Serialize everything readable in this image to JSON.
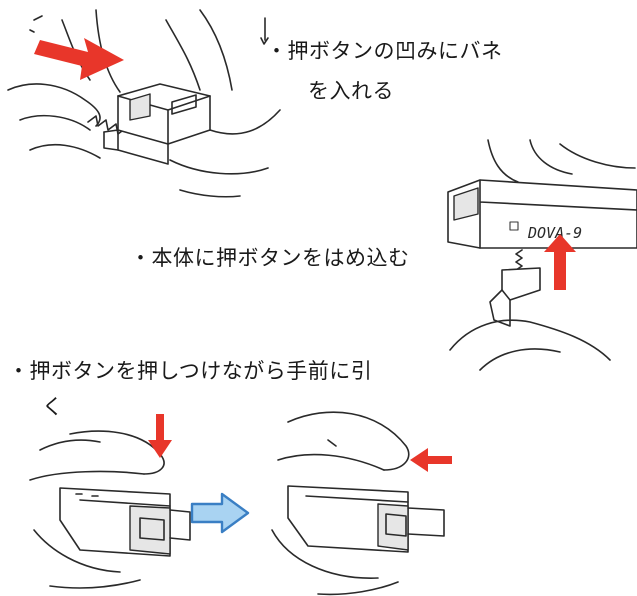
{
  "captions": {
    "step1_line1": "・押ボタンの凹みにバネ",
    "step1_line2": "を入れる",
    "step2": "・本体に押ボタンをはめ込む",
    "step3_line1": "・押ボタンを押しつけながら手前に引",
    "step3_line2": "く"
  },
  "engraving": {
    "part_code": "DOVA-9"
  },
  "colors": {
    "arrow_red": "#e8362a",
    "arrow_blue_fill": "#a9d3f2",
    "arrow_blue_stroke": "#3a7fc4",
    "ink": "#2a2a2a"
  },
  "icons": {
    "step1_arrow": "red-arrow-diagonal",
    "step2_arrow": "red-arrow-up",
    "step3_press_arrow": "red-arrow-down",
    "step3_pull_arrow": "red-arrow-left",
    "transition_arrow": "blue-outline-arrow-right"
  }
}
